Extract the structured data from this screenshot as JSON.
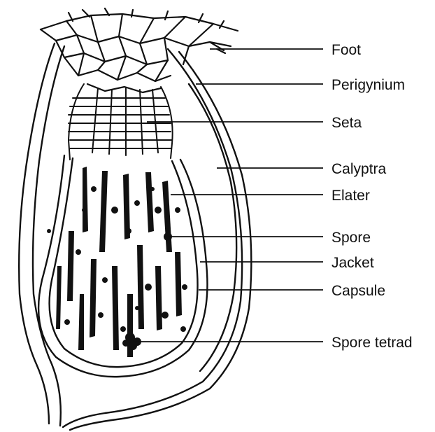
{
  "diagram": {
    "labels": {
      "foot": "Foot",
      "perigynium": "Perigynium",
      "seta": "Seta",
      "calyptra": "Calyptra",
      "elater": "Elater",
      "spore": "Spore",
      "jacket": "Jacket",
      "capsule": "Capsule",
      "spore_tetrad": "Spore tetrad"
    }
  }
}
